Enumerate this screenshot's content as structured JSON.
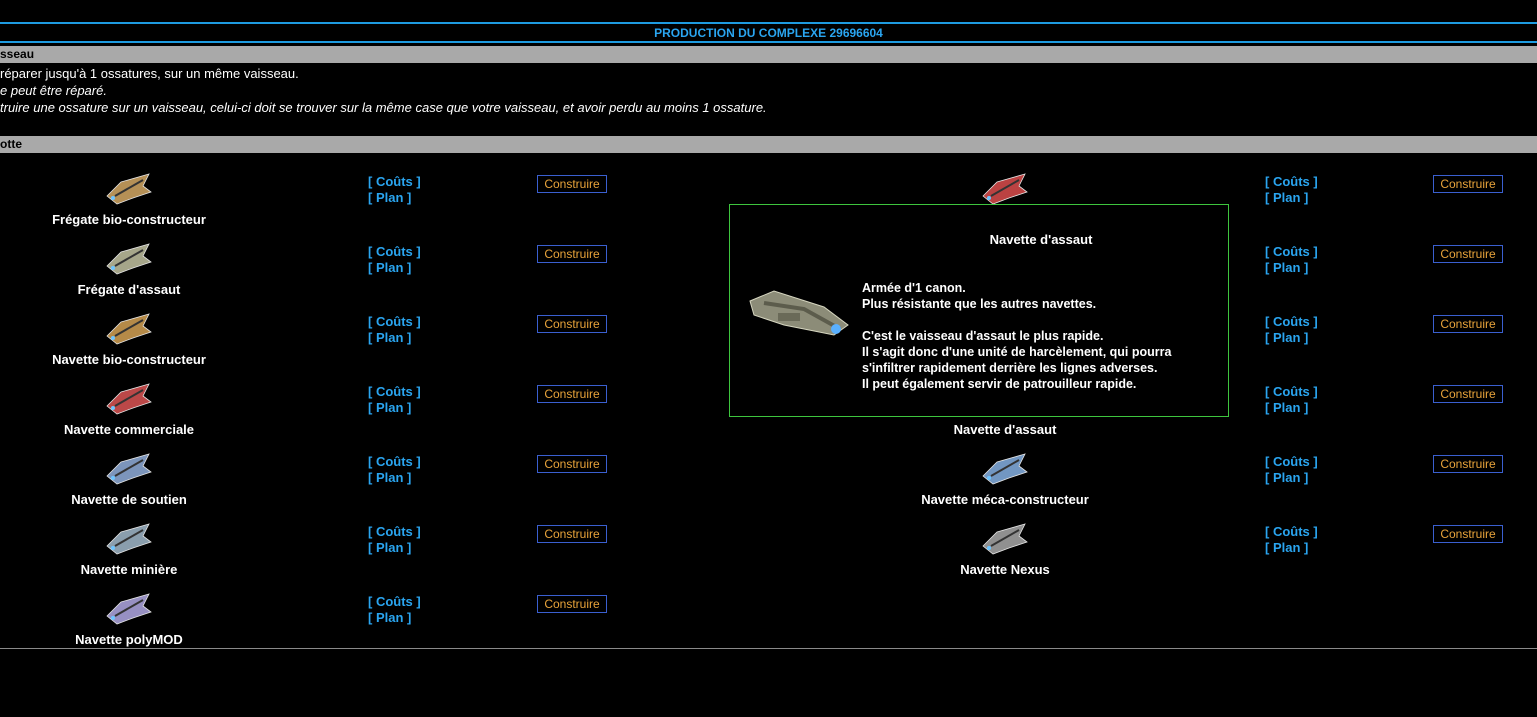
{
  "header": {
    "title": "PRODUCTION DU COMPLEXE 29696604"
  },
  "section_vaisseau": {
    "label": "sseau",
    "lines": [
      " réparer jusqu'à 1 ossatures, sur un même vaisseau.",
      "e peut être réparé.",
      "truire une ossature sur un vaisseau, celui-ci doit se trouver sur la même case que votre vaisseau, et avoir perdu au moins 1 ossature."
    ]
  },
  "section_flotte": {
    "label": "otte"
  },
  "actions": {
    "costs": "[ Coûts ]",
    "plan": "[ Plan ]",
    "build": "Construire"
  },
  "ships_left": [
    {
      "name": "Frégate bio-constructeur",
      "icon": "bio-frigate-icon",
      "color": "#c9a060"
    },
    {
      "name": "Frégate d'assaut",
      "icon": "assault-frigate-icon",
      "color": "#b8b89a"
    },
    {
      "name": "Navette bio-constructeur",
      "icon": "bio-shuttle-icon",
      "color": "#c99a50"
    },
    {
      "name": "Navette commerciale",
      "icon": "commercial-shuttle-icon",
      "color": "#d05050"
    },
    {
      "name": "Navette de soutien",
      "icon": "support-shuttle-icon",
      "color": "#8aa6d0"
    },
    {
      "name": "Navette minière",
      "icon": "mining-shuttle-icon",
      "color": "#9ab0c0"
    },
    {
      "name": "Navette polyMOD",
      "icon": "polymod-shuttle-icon",
      "color": "#a8a0d8"
    }
  ],
  "ships_right": [
    {
      "name": "",
      "icon": "red-shuttle-icon",
      "color": "#d04a4a"
    },
    {
      "name": "",
      "icon": "",
      "color": ""
    },
    {
      "name": "",
      "icon": "",
      "color": ""
    },
    {
      "name": "Navette d'assaut",
      "icon": "assault-shuttle-icon",
      "color": "#b0b0a0"
    },
    {
      "name": "Navette méca-constructeur",
      "icon": "meca-shuttle-icon",
      "color": "#7fa8d8"
    },
    {
      "name": "Navette Nexus",
      "icon": "nexus-shuttle-icon",
      "color": "#a0a0a0"
    }
  ],
  "popup": {
    "title": "Navette d'assaut",
    "icon": "assault-shuttle-large-icon",
    "lines": [
      "Armée d'1 canon.",
      "Plus résistante que les autres navettes.",
      "",
      "C'est le vaisseau d'assaut le plus rapide.",
      "Il s'agit donc d'une unité de harcèlement, qui pourra",
      "s'infiltrer rapidement derrière les lignes adverses.",
      "Il peut également servir de patrouilleur rapide."
    ]
  }
}
